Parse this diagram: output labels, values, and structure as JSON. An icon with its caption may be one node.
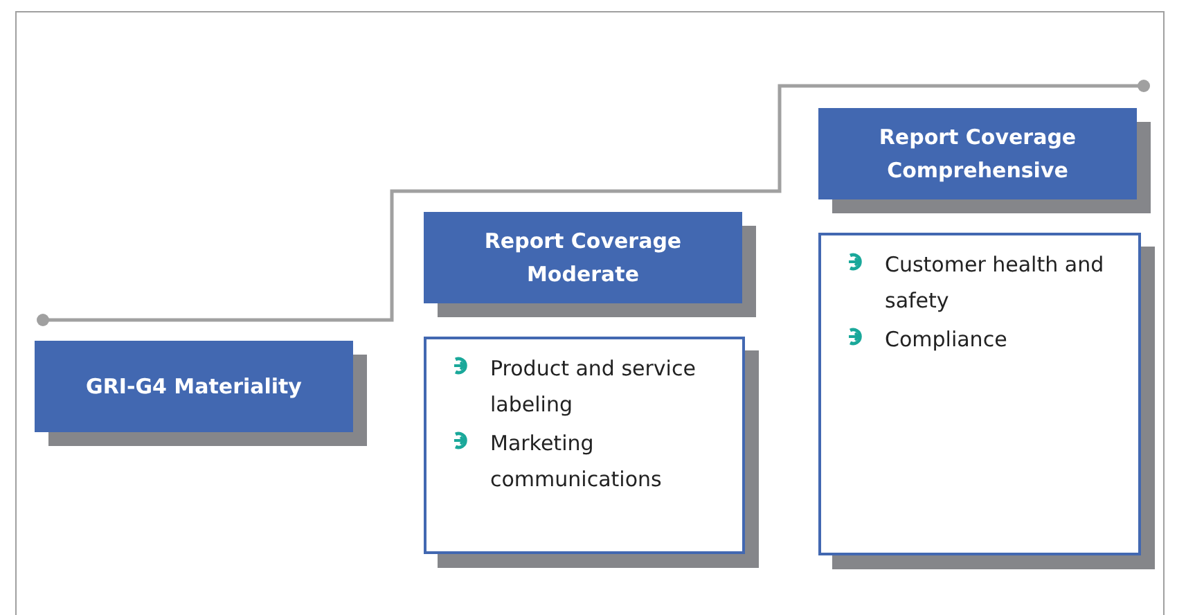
{
  "diagram": {
    "nodes": [
      {
        "text": [
          "GRI-G4 Materiality"
        ]
      },
      {
        "text": [
          "Report Coverage Moderate"
        ]
      },
      {
        "text": [
          "Product and service labeling",
          "Marketing communications"
        ]
      },
      {
        "text": [
          "Report Coverage Comprehensive"
        ]
      },
      {
        "text": [
          "Customer health and safety",
          "Compliance"
        ]
      }
    ]
  }
}
